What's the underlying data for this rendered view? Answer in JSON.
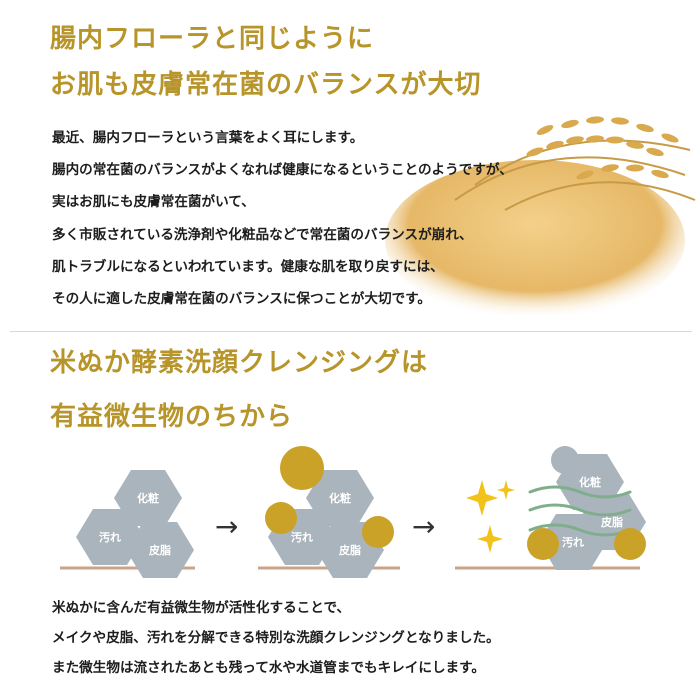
{
  "section1": {
    "heading_lines": [
      "腸内フローラと同じように",
      "お肌も皮膚常在菌のバランスが大切"
    ],
    "body_lines": [
      "最近、腸内フローラという言葉をよく耳にします。",
      "腸内の常在菌のバランスがよくなれば健康になるということのようですが、",
      "実はお肌にも皮膚常在菌がいて、",
      "多く市販されている洗浄剤や化粧品などで常在菌のバランスが崩れ、",
      "肌トラブルになるといわれています。健康な肌を取り戻すには、",
      "その人に適した皮膚常在菌のバランスに保つことが大切です。"
    ]
  },
  "section2": {
    "heading_lines": [
      "米ぬか酵素洗顔クレンジングは",
      "有益微生物のちから"
    ],
    "diagram": {
      "labels": {
        "makeup": "化粧",
        "dirt": "汚れ",
        "sebum": "皮脂"
      },
      "arrows": [
        "→",
        "→"
      ]
    },
    "body_lines": [
      "米ぬかに含んだ有益微生物が活性化することで、",
      "メイクや皮脂、汚れを分解できる特別な洗顔クレンジングとなりました。",
      "また微生物は流されたあとも残って水や水道管までもキレイにします。"
    ]
  },
  "colors": {
    "accent_gold": "#b8952a",
    "hexagon_gray": "#aab4bc",
    "microbe_gold": "#c9a227",
    "skin_line": "#c9a48a",
    "wave_green": "#7fae8c",
    "sparkle": "#f2c21b"
  }
}
